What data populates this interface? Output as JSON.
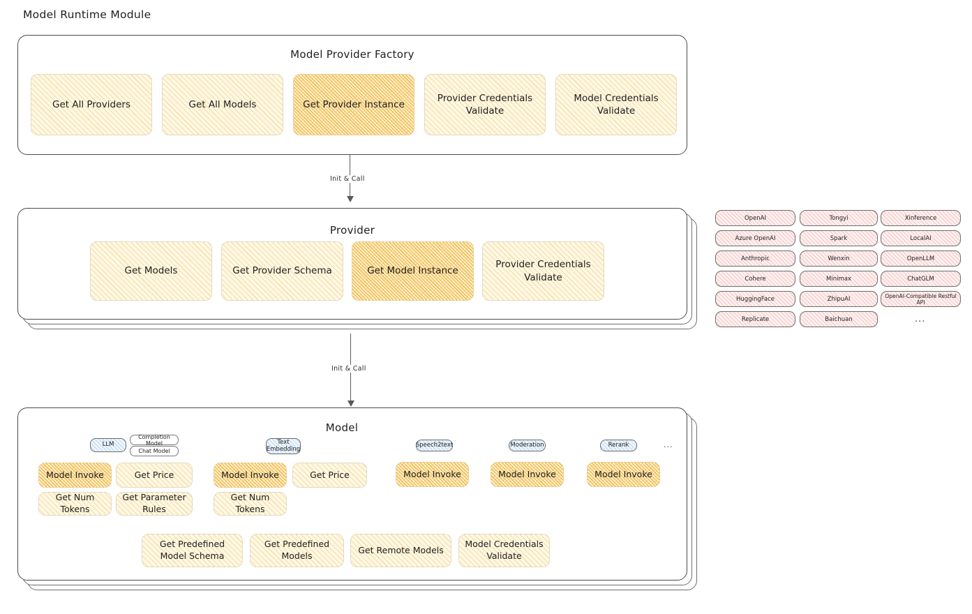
{
  "page": {
    "title": "Model Runtime Module"
  },
  "factory": {
    "title": "Model Provider Factory",
    "boxes": [
      {
        "label": "Get All Providers",
        "highlight": false
      },
      {
        "label": "Get All Models",
        "highlight": false
      },
      {
        "label": "Get Provider Instance",
        "highlight": true
      },
      {
        "label": "Provider Credentials Validate",
        "highlight": false
      },
      {
        "label": "Model Credentials Validate",
        "highlight": false
      }
    ]
  },
  "arrow_top": {
    "label": "Init & Call"
  },
  "provider": {
    "title": "Provider",
    "boxes": [
      {
        "label": "Get Models",
        "highlight": false
      },
      {
        "label": "Get Provider Schema",
        "highlight": false
      },
      {
        "label": "Get Model Instance",
        "highlight": true
      },
      {
        "label": "Provider Credentials Validate",
        "highlight": false
      }
    ]
  },
  "arrow_bottom": {
    "label": "Init & Call"
  },
  "provider_list": {
    "columns": [
      [
        "OpenAI",
        "Azure OpenAI",
        "Anthropic",
        "Cohere",
        "HuggingFace",
        "Replicate"
      ],
      [
        "Tongyi",
        "Spark",
        "Wenxin",
        "Minimax",
        "ZhipuAI",
        "Baichuan"
      ],
      [
        "Xinference",
        "LocalAI",
        "OpenLLM",
        "ChatGLM",
        "OpenAI-Compatible Restful API"
      ]
    ],
    "more": "..."
  },
  "model": {
    "title": "Model",
    "more": "...",
    "types": [
      {
        "name": "LLM",
        "subtypes": [
          "Completion Model",
          "Chat Model"
        ],
        "methods": [
          {
            "label": "Model Invoke",
            "highlight": true
          },
          {
            "label": "Get Price",
            "highlight": false
          },
          {
            "label": "Get Num Tokens",
            "highlight": false
          },
          {
            "label": "Get Parameter Rules",
            "highlight": false
          }
        ]
      },
      {
        "name": "Text Embedding",
        "subtypes": [],
        "methods": [
          {
            "label": "Model Invoke",
            "highlight": true
          },
          {
            "label": "Get Price",
            "highlight": false
          },
          {
            "label": "Get Num Tokens",
            "highlight": false
          }
        ]
      },
      {
        "name": "Speech2text",
        "subtypes": [],
        "methods": [
          {
            "label": "Model Invoke",
            "highlight": true
          }
        ]
      },
      {
        "name": "Moderation",
        "subtypes": [],
        "methods": [
          {
            "label": "Model Invoke",
            "highlight": true
          }
        ]
      },
      {
        "name": "Rerank",
        "subtypes": [],
        "methods": [
          {
            "label": "Model Invoke",
            "highlight": true
          }
        ]
      }
    ],
    "shared_methods": [
      {
        "label": "Get Predefined Model Schema"
      },
      {
        "label": "Get Predefined Models"
      },
      {
        "label": "Get Remote Models"
      },
      {
        "label": "Model Credentials Validate"
      }
    ]
  },
  "colors": {
    "box_fill": "#fdf8e6",
    "box_hatch": "#f5c462",
    "highlight_hatch": "#f2b73f",
    "chip_pink": "#fdf0ef",
    "chip_blue": "#eef5fc",
    "stroke": "#4a4a4a"
  }
}
